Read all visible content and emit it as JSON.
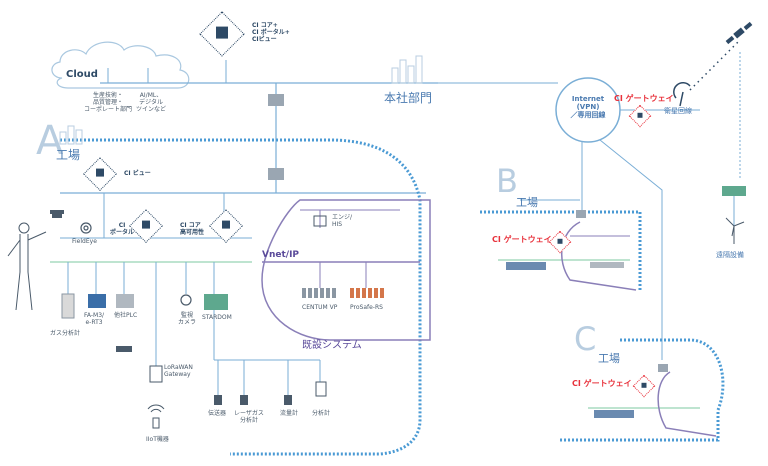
{
  "cloud": {
    "title": "Cloud",
    "left_label": "生産技術・\n品質管理・\nコーポレート部門",
    "right_label": "AI/ML、\nデジタル\nツインなど"
  },
  "top_box": {
    "label": "CI コア+\nCI ポータル+\nCIビュー"
  },
  "hq": {
    "label": "本社部門"
  },
  "internet": {
    "label": "Internet\n(VPN)\n／専用回線"
  },
  "gw_top": {
    "label": "CI ゲートウェイ"
  },
  "satellite": {
    "label": "衛星回線"
  },
  "remote": {
    "label": "遠隔設備"
  },
  "factory_a": {
    "letter": "A",
    "suffix": "工場",
    "ci_view": "CI ビュー",
    "ci_portal": "CI\nポータル",
    "ci_core": "CI コア\n高可用性"
  },
  "a_devices": {
    "fieldeye": "FieldEye",
    "gas": "ガス分析計",
    "fam3": "FA-M3/\ne-RT3",
    "plc": "他社PLC",
    "camera": "監視\nカメラ",
    "stardom": "STARDOM",
    "lorawan": "LoRaWAN\nGateway",
    "iiot": "IIoT機器",
    "transmitter": "伝送器",
    "laser": "レーザガス\n分析計",
    "flow": "流量計",
    "analyzer": "分析計"
  },
  "existing": {
    "eng": "エンジ/\nHIS",
    "vnet": "Vnet/IP",
    "centum": "CENTUM VP",
    "prosafe": "ProSafe-RS",
    "label": "既設システム"
  },
  "factory_b": {
    "letter": "B",
    "suffix": "工場",
    "gw": "CI ゲートウェイ"
  },
  "factory_c": {
    "letter": "C",
    "suffix": "工場",
    "gw": "CI ゲートウェイ"
  },
  "colors": {
    "line": "#7aaed6",
    "dark": "#2e4a66",
    "red": "#e8323c",
    "purple": "#8a7fb8",
    "green": "#7dc9a0",
    "accent": "#f2b632"
  }
}
